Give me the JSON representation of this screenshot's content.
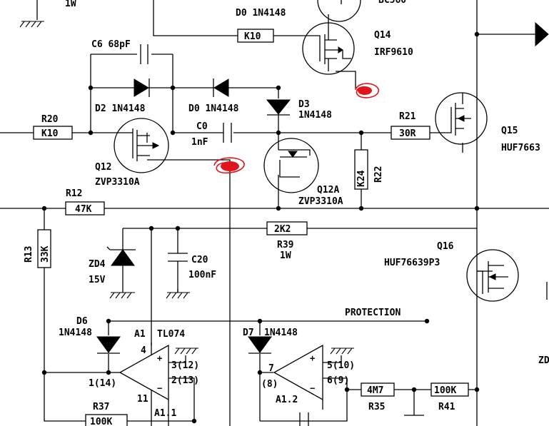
{
  "labels": {
    "top_1w": "1W",
    "top_d0": "D0 1N4148",
    "top_bc": "BC560",
    "r_k10_top": "K10",
    "q14": "Q14",
    "q14_part": "IRF9610",
    "c6": "C6 68pF",
    "d2": "D2 1N4148",
    "d0_mid": "D0 1N4148",
    "d3": "D3",
    "d3_part": "1N4148",
    "r20": "R20",
    "r20_val": "K10",
    "c0": "C0",
    "c0_val": "1nF",
    "r21": "R21",
    "r21_val": "30R",
    "q15": "Q15",
    "q15_part": "HUF7663",
    "q12": "Q12",
    "q12_part": "ZVP3310A",
    "r24": "K24",
    "r22": "R22",
    "q12a": "Q12A",
    "q12a_part": "ZVP3310A",
    "r12": "R12",
    "r12_val": "47K",
    "r13": "R13",
    "r13_val": "33K",
    "r39_val": "2K2",
    "r39": "R39",
    "r39_w": "1W",
    "q16": "Q16",
    "q16_part": "HUF76639P3",
    "zd4": "ZD4",
    "zd4_val": "15V",
    "c20": "C20",
    "c20_val": "100nF",
    "protection": "PROTECTION",
    "d6": "D6",
    "d6_part": "1N4148",
    "a1": "A1",
    "a1_part": "TL074",
    "pin4": "4",
    "pin3": "3(12)",
    "pin2": "2(13)",
    "pin1": "1(14)",
    "pin11": "11",
    "a11": "A1.1",
    "r37": "R37",
    "r37_val": "100K",
    "d7": "D7",
    "d7_part": "1N4148",
    "pin7": "7",
    "pin8": "(8)",
    "pin5": "5(10)",
    "pin6": "6(9)",
    "a12": "A1.2",
    "r35_val": "4M7",
    "r35": "R35",
    "r41_val": "100K",
    "r41": "R41",
    "zd_right": "ZD",
    "plus": "+",
    "minus": "−"
  }
}
